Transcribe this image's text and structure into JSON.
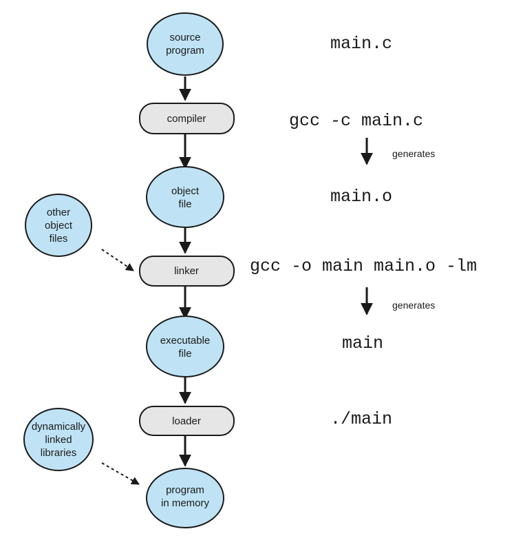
{
  "colors": {
    "ellipse_fill": "#bfe3f5",
    "box_fill": "#e6e6e6",
    "stroke": "#1a1a1a",
    "arrow": "#1a1a1a"
  },
  "nodes": {
    "source_program": [
      "source",
      "program"
    ],
    "compiler": [
      "compiler"
    ],
    "object_file": [
      "object",
      "file"
    ],
    "linker": [
      "linker"
    ],
    "executable_file": [
      "executable",
      "file"
    ],
    "loader": [
      "loader"
    ],
    "program_in_memory": [
      "program",
      "in memory"
    ],
    "other_object_files": [
      "other",
      "object",
      "files"
    ],
    "dynamically_linked_libraries": [
      "dynamically",
      "linked",
      "libraries"
    ]
  },
  "commands": {
    "source": "main.c",
    "compile": "gcc -c main.c",
    "object": "main.o",
    "link": "gcc -o main main.o -lm",
    "executable": "main",
    "run": "./main"
  },
  "generates_label": "generates"
}
